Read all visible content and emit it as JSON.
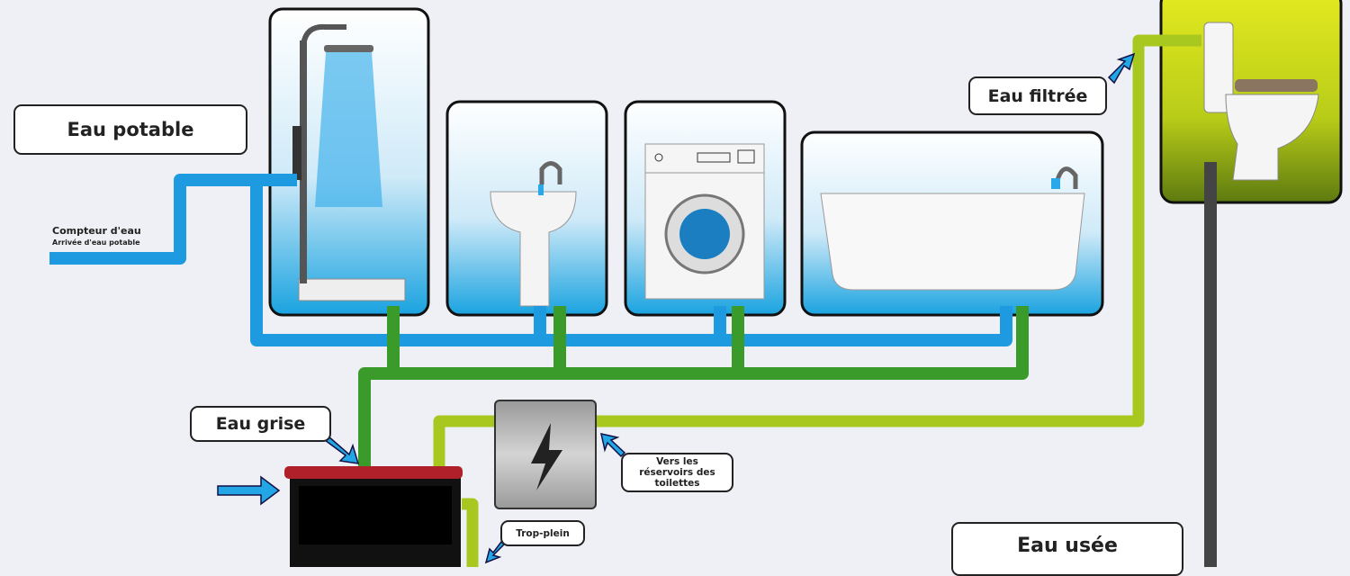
{
  "labels": {
    "eau_potable": "Eau potable",
    "compteur": "Compteur d'eau",
    "arrivee": "Arrivée d'eau potable",
    "eau_filtree": "Eau filtrée",
    "eau_grise": "Eau grise",
    "vers_reservoirs": "Vers les réservoirs des toilettes",
    "trop_plein": "Trop-plein",
    "eau_usee": "Eau usée"
  },
  "colors": {
    "potable_pipe": "#1e9be0",
    "grey_water_pipe": "#3a9a2a",
    "filtered_pipe": "#a8c820",
    "waste_pipe": "#444444",
    "arrow": "#22a6e6",
    "tank_lid": "#b0202a"
  },
  "icons": [
    "shower-icon",
    "sink-icon",
    "washing-machine-icon",
    "bathtub-icon",
    "toilet-icon",
    "lightning-icon",
    "water-tank-icon",
    "arrow-icon"
  ]
}
